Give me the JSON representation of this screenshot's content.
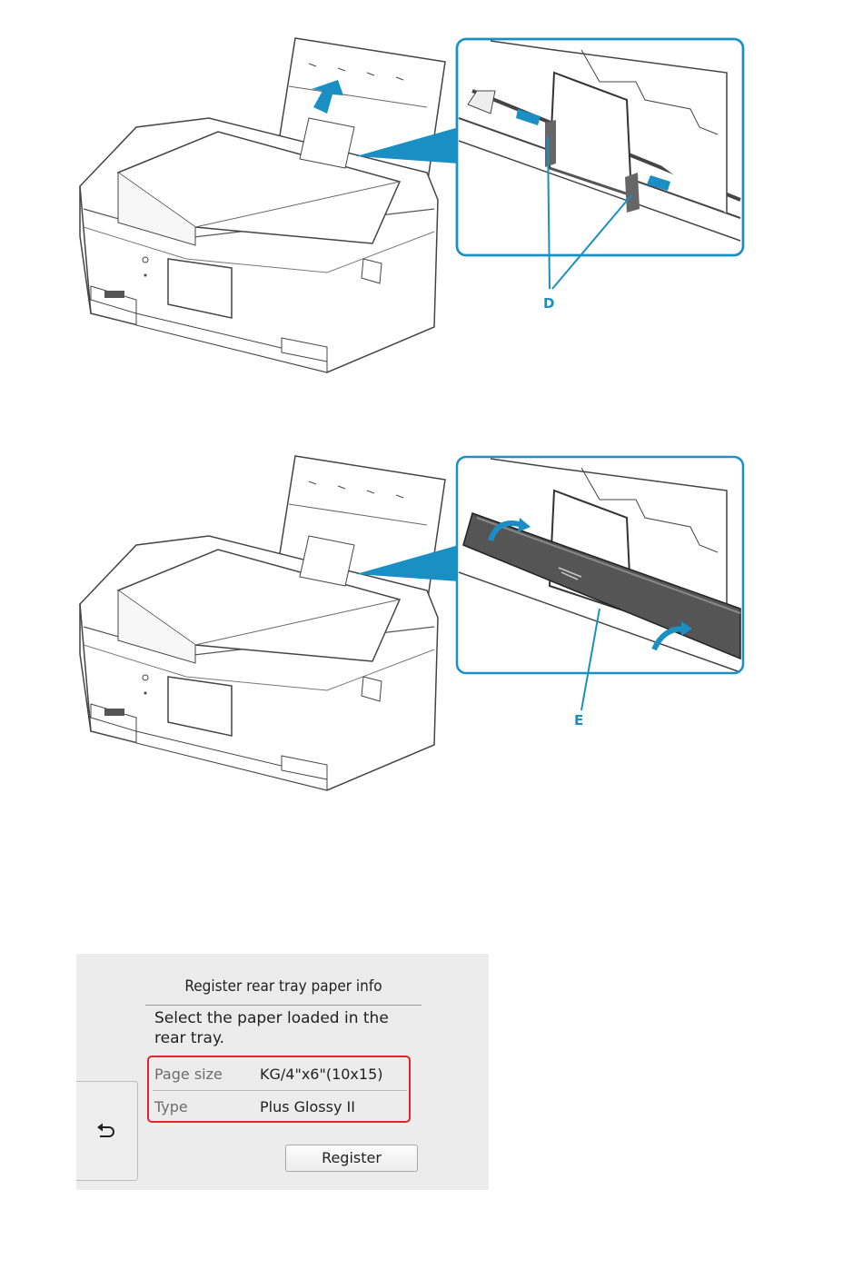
{
  "figure1": {
    "callout_label": "D"
  },
  "figure2": {
    "callout_label": "E"
  },
  "screen": {
    "title": "Register rear tray paper info",
    "message": "Select the paper loaded in the rear tray.",
    "rows": [
      {
        "key": "Page size",
        "value": "KG/4\"x6\"(10x15)"
      },
      {
        "key": "Type",
        "value": "Plus Glossy II"
      }
    ],
    "register_label": "Register",
    "back_icon": "back-arrow-icon",
    "highlight_color": "#e0262b",
    "callout_color": "#1a8fc4"
  }
}
